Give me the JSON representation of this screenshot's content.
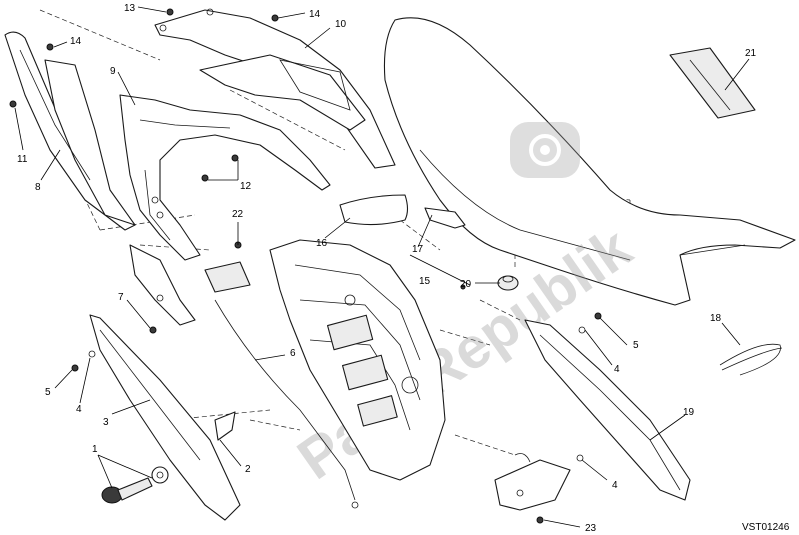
{
  "watermark": {
    "text": "PartsRepublik",
    "color": "#b4b4b4"
  },
  "callouts": [
    {
      "id": "1",
      "label": "1"
    },
    {
      "id": "2",
      "label": "2"
    },
    {
      "id": "3",
      "label": "3"
    },
    {
      "id": "4a",
      "label": "4"
    },
    {
      "id": "4b",
      "label": "4"
    },
    {
      "id": "4c",
      "label": "4"
    },
    {
      "id": "5a",
      "label": "5"
    },
    {
      "id": "5b",
      "label": "5"
    },
    {
      "id": "6",
      "label": "6"
    },
    {
      "id": "7",
      "label": "7"
    },
    {
      "id": "8",
      "label": "8"
    },
    {
      "id": "9",
      "label": "9"
    },
    {
      "id": "10",
      "label": "10"
    },
    {
      "id": "11",
      "label": "11"
    },
    {
      "id": "12",
      "label": "12"
    },
    {
      "id": "13",
      "label": "13"
    },
    {
      "id": "14a",
      "label": "14"
    },
    {
      "id": "14b",
      "label": "14"
    },
    {
      "id": "15",
      "label": "15"
    },
    {
      "id": "16",
      "label": "16"
    },
    {
      "id": "17",
      "label": "17"
    },
    {
      "id": "18",
      "label": "18"
    },
    {
      "id": "19",
      "label": "19"
    },
    {
      "id": "20",
      "label": "20"
    },
    {
      "id": "21",
      "label": "21"
    },
    {
      "id": "22",
      "label": "22"
    },
    {
      "id": "23",
      "label": "23"
    }
  ],
  "drawing_ref": "VST01246"
}
